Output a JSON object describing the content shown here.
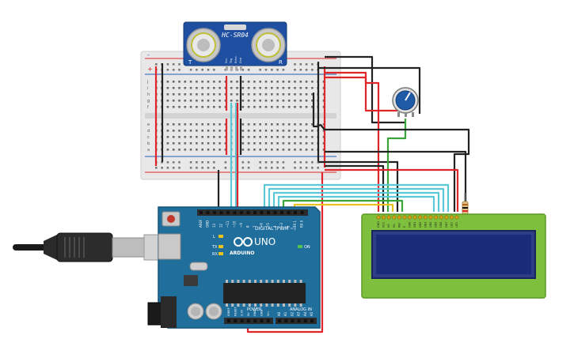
{
  "sensor": {
    "label": "HC-SR04",
    "left_mark": "T",
    "right_mark": "R",
    "pins": [
      "Vcc",
      "Trig",
      "Echo",
      "Gnd"
    ]
  },
  "breadboard": {
    "rows_left": [
      "j",
      "i",
      "h",
      "g",
      "f"
    ],
    "rows_right": [
      "e",
      "d",
      "c",
      "b",
      "a"
    ],
    "plus": "+",
    "minus": "-"
  },
  "arduino": {
    "brand": "ARDUINO",
    "model": "UNO",
    "digital_label": "DIGITAL (PWM ~)",
    "analog_label": "ANALOG IN",
    "power_label": "POWER",
    "on_label": "ON",
    "tx_label": "TX",
    "rx_label": "RX",
    "l_label": "L",
    "digital_pins": [
      "AREF",
      "GND",
      "13",
      "12",
      "~11",
      "~10",
      "~9",
      "8",
      "7",
      "~6",
      "~5",
      "4",
      "~3",
      "2",
      "TX 1",
      "RX 0"
    ],
    "power_pins": [
      "IOREF",
      "RESET",
      "3.3V",
      "5V",
      "GND",
      "GND",
      "Vin"
    ],
    "analog_pins": [
      "A0",
      "A1",
      "A2",
      "A3",
      "A4",
      "A5"
    ]
  },
  "lcd": {
    "pins": [
      "GND",
      "VCC",
      "V0",
      "RS",
      "RW",
      "E",
      "DB0",
      "DB1",
      "DB2",
      "DB3",
      "DB4",
      "DB5",
      "DB6",
      "DB7",
      "LED",
      "LED"
    ]
  },
  "colors": {
    "arduino_board": "#1f6e9c",
    "arduino_dark": "#155479",
    "breadboard": "#e9e9e9",
    "sensor_board": "#1f4fa0",
    "lcd_board": "#7fbf3e",
    "lcd_screen": "#1a2b7a",
    "wire_red": "#e0262a",
    "wire_black": "#222222",
    "wire_cyan": "#5bc8d8",
    "wire_green": "#3aa63a",
    "wire_yellow": "#e8c320",
    "pot": "#1f5aa6"
  }
}
